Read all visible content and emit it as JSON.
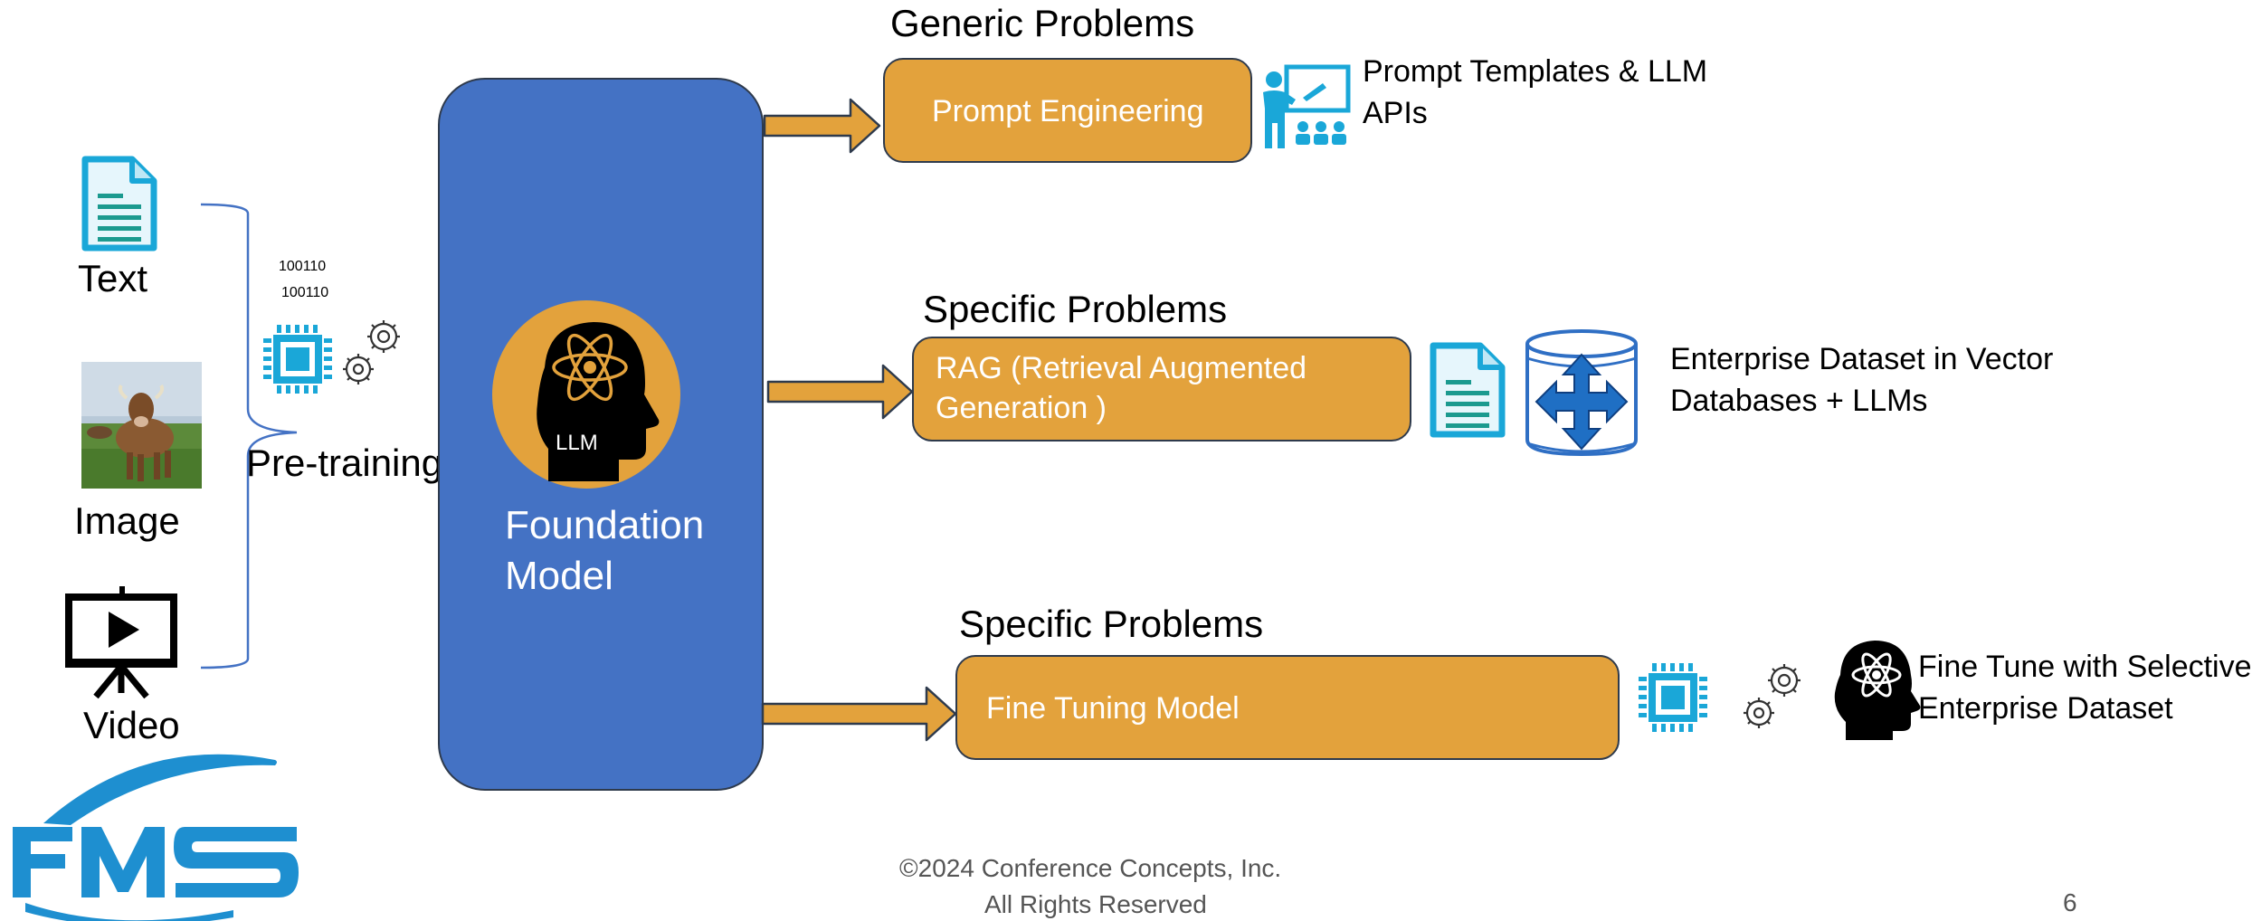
{
  "inputs": {
    "text_label": "Text",
    "image_label": "Image",
    "video_label": "Video",
    "binary_line_1": "100110",
    "binary_line_2": "100110",
    "pretraining_label": "Pre-training"
  },
  "foundation": {
    "badge": "LLM",
    "title_line_1": "Foundation",
    "title_line_2": "Model"
  },
  "branches": [
    {
      "heading": "Generic Problems",
      "box_label": "Prompt Engineering",
      "result_line_1": "Prompt Templates & LLM",
      "result_line_2": "APIs"
    },
    {
      "heading": "Specific Problems",
      "box_line_1": "RAG (Retrieval Augmented",
      "box_line_2": "Generation )",
      "result_line_1": "Enterprise Dataset in Vector",
      "result_line_2": "Databases + LLMs"
    },
    {
      "heading": "Specific Problems",
      "box_label": "Fine Tuning Model",
      "result_line_1": "Fine Tune with Selective",
      "result_line_2": "Enterprise Dataset"
    }
  ],
  "footer": {
    "copyright_line_1": "©2024 Conference Concepts, Inc.",
    "copyright_line_2": "All Rights Reserved",
    "page_number": "6",
    "logo_text": "FMS"
  },
  "colors": {
    "foundation_blue": "#4472c4",
    "branch_orange": "#e3a23c",
    "icon_cyan": "#1aa7d8",
    "logo_blue": "#1e8fd0"
  }
}
